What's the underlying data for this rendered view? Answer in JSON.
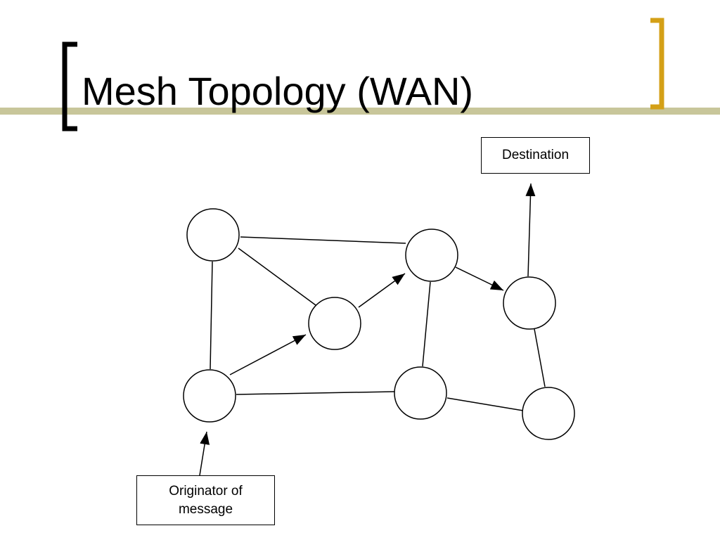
{
  "slide": {
    "title": "Mesh Topology (WAN)",
    "colors": {
      "accent_bar": "#c8c69a",
      "left_bracket": "#000000",
      "right_bracket": "#d4a017",
      "text": "#000000",
      "lines": "#000000"
    }
  },
  "diagram": {
    "destination_label": "Destination",
    "originator_label": "Originator of message",
    "nodes": [
      "n1",
      "n2",
      "n3",
      "n4",
      "n5",
      "n6",
      "n7"
    ],
    "links": [
      {
        "from": "n1",
        "to": "n2",
        "directed": false
      },
      {
        "from": "n1",
        "to": "n3",
        "directed": false
      },
      {
        "from": "n1",
        "to": "n5",
        "directed": false
      },
      {
        "from": "n3",
        "to": "n2",
        "directed": true
      },
      {
        "from": "n2",
        "to": "n4",
        "directed": true
      },
      {
        "from": "n2",
        "to": "n6",
        "directed": false
      },
      {
        "from": "n5",
        "to": "n3",
        "directed": true
      },
      {
        "from": "n5",
        "to": "n6",
        "directed": false
      },
      {
        "from": "n6",
        "to": "n7",
        "directed": false
      },
      {
        "from": "n4",
        "to": "n7",
        "directed": false
      }
    ],
    "pointer_arrows": [
      {
        "from": "n4",
        "to": "destination",
        "directed": true
      },
      {
        "from": "originator",
        "to": "n5",
        "directed": true
      }
    ]
  }
}
